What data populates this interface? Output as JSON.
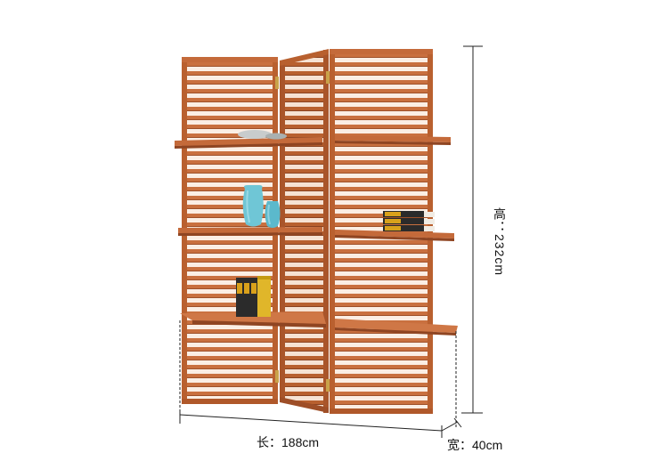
{
  "product": "folding screen shelf",
  "colors": {
    "wood": "#c86d3f",
    "wood_dark": "#9c4e28",
    "wood_light": "#e0946a",
    "dimension_line": "#222222",
    "vase": "#6fc6d6",
    "book_gold": "#d9a11b",
    "book_dark": "#2b2b2b"
  },
  "dimensions": {
    "height_label": "高：232cm",
    "length_label": "长：188cm",
    "width_label": "宽：40cm"
  }
}
